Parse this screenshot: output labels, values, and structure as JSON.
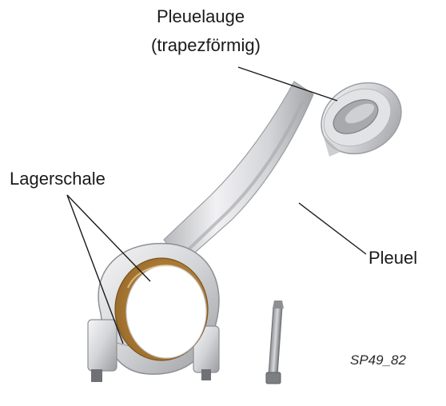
{
  "labels": {
    "small_end_line1": "Pleuelauge",
    "small_end_line2": "(trapezförmig)",
    "bearing_shell": "Lagerschale",
    "connecting_rod": "Pleuel",
    "figure_code": "SP49_82"
  },
  "colors": {
    "rod_light": "#eeeef0",
    "rod_mid": "#c9cacd",
    "rod_dark": "#8d8f93",
    "bearing_shell": "#b8863e",
    "leader_line": "#1a1a1a",
    "text": "#1a1a1a"
  }
}
